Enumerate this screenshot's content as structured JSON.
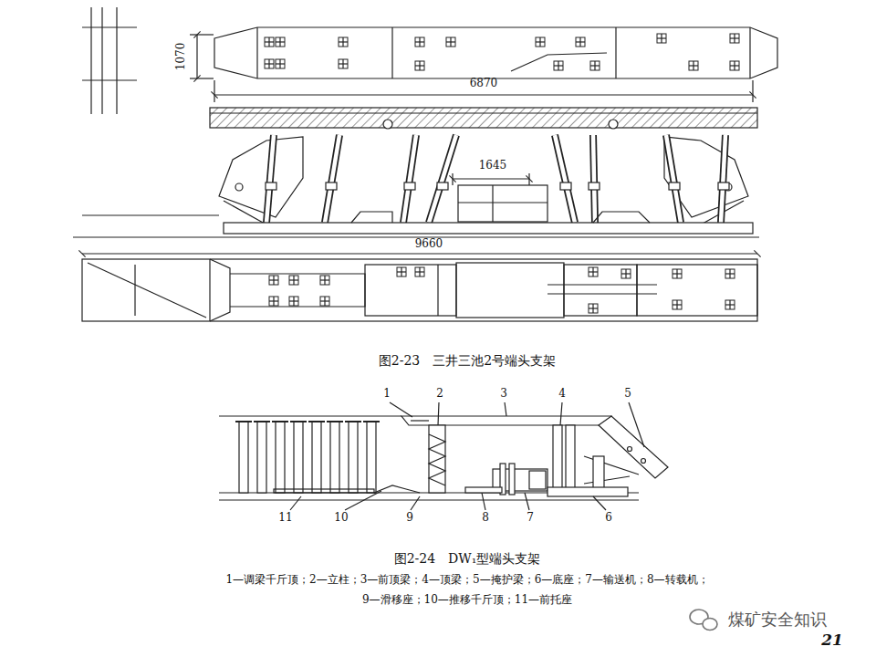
{
  "diagram": {
    "labels": [
      "1070",
      "6870",
      "1645",
      "9660",
      "图2-23　三井三池2号端头支架",
      "1",
      "2",
      "3",
      "4",
      "5",
      "11",
      "10",
      "9",
      "8",
      "7",
      "6",
      "图2-24　DW₁型端头支架",
      "1—调梁千斤顶；2—立柱；3—前顶梁；4—顶梁；5—掩护梁；6—底座；7—输送机；8—转载机；",
      "9—滑移座；10—推移千斤顶；11—前托座",
      "煤矿安全知识",
      "21"
    ]
  }
}
